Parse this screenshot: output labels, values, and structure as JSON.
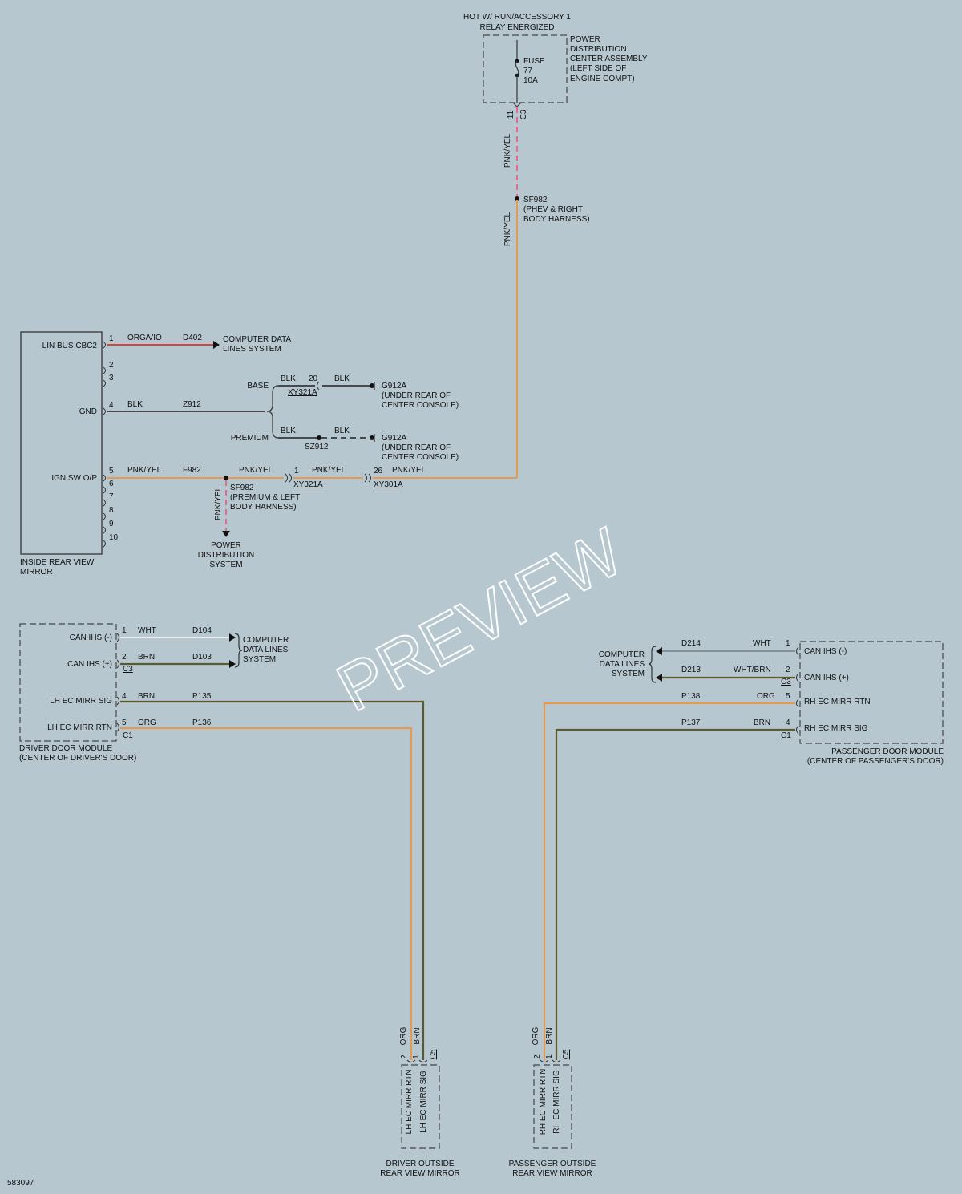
{
  "top": {
    "hot_line1": "HOT W/ RUN/ACCESSORY 1",
    "hot_line2": "RELAY ENERGIZED",
    "pdc_lines": [
      "POWER",
      "DISTRIBUTION",
      "CENTER ASSEMBLY",
      "(LEFT SIDE OF",
      "ENGINE COMPT)"
    ],
    "fuse_lines": [
      "FUSE",
      "77",
      "10A"
    ],
    "pin": "11",
    "conn": "C3",
    "wire1": "PNK/YEL",
    "splice_lines": [
      "SF982",
      "(PHEV & RIGHT",
      "BODY HARNESS)"
    ],
    "wire2": "PNK/YEL"
  },
  "mirror": {
    "label_lines": [
      "INSIDE REAR VIEW",
      "MIRROR"
    ],
    "pins": [
      {
        "name": "LIN BUS CBC2",
        "num": "1"
      },
      {
        "name": "",
        "num": "2"
      },
      {
        "name": "",
        "num": "3"
      },
      {
        "name": "GND",
        "num": "4"
      },
      {
        "name": "IGN SW O/P",
        "num": "5"
      },
      {
        "name": "",
        "num": "6"
      },
      {
        "name": "",
        "num": "7"
      },
      {
        "name": "",
        "num": "8"
      },
      {
        "name": "",
        "num": "9"
      },
      {
        "name": "",
        "num": "10"
      }
    ],
    "lin": {
      "color": "ORG/VIO",
      "circuit": "D402",
      "dest_lines": [
        "COMPUTER DATA",
        "LINES SYSTEM"
      ]
    },
    "gnd": {
      "color": "BLK",
      "circuit": "Z912"
    },
    "base": {
      "label": "BASE",
      "color_a": "BLK",
      "pin": "20",
      "color_b": "BLK",
      "conn": "XY321A",
      "ground": "G912A",
      "loc_lines": [
        "(UNDER REAR OF",
        "CENTER CONSOLE)"
      ]
    },
    "premium": {
      "label": "PREMIUM",
      "color_a": "BLK",
      "color_b": "BLK",
      "splice": "SZ912",
      "ground": "G912A",
      "loc_lines": [
        "(UNDER REAR OF",
        "CENTER CONSOLE)"
      ]
    },
    "ign": {
      "color": "PNK/YEL",
      "circuit": "F982",
      "color2": "PNK/YEL",
      "pin1": "1",
      "color3": "PNK/YEL",
      "conn1": "XY321A",
      "pin2": "26",
      "color4": "PNK/YEL",
      "conn2": "XY301A"
    },
    "splice_left": {
      "lines": [
        "SF982",
        "(PREMIUM & LEFT",
        "BODY HARNESS)"
      ],
      "wire": "PNK/YEL",
      "dest_lines": [
        "POWER",
        "DISTRIBUTION",
        "SYSTEM"
      ]
    }
  },
  "driver_module": {
    "label_lines": [
      "DRIVER DOOR MODULE",
      "(CENTER OF DRIVER'S DOOR)"
    ],
    "rows": [
      {
        "name": "CAN IHS (-)",
        "pin": "1",
        "color": "WHT",
        "circuit": "D104"
      },
      {
        "name": "CAN IHS (+)",
        "pin": "2",
        "color": "BRN",
        "circuit": "D103"
      },
      {
        "name": "LH EC MIRR SIG",
        "pin": "4",
        "color": "BRN",
        "circuit": "P135"
      },
      {
        "name": "LH EC MIRR RTN",
        "pin": "5",
        "color": "ORG",
        "circuit": "P136"
      }
    ],
    "conn_can": "C3",
    "conn_mirr": "C1",
    "dest_lines": [
      "COMPUTER",
      "DATA LINES",
      "SYSTEM"
    ]
  },
  "passenger_module": {
    "label_lines": [
      "PASSENGER DOOR MODULE",
      "(CENTER OF PASSENGER'S DOOR)"
    ],
    "rows": [
      {
        "name": "CAN IHS (-)",
        "pin": "1",
        "color": "WHT",
        "circuit": "D214"
      },
      {
        "name": "CAN IHS (+)",
        "pin": "2",
        "color": "WHT/BRN",
        "circuit": "D213"
      },
      {
        "name": "RH EC MIRR RTN",
        "pin": "5",
        "color": "ORG",
        "circuit": "P138"
      },
      {
        "name": "RH EC MIRR SIG",
        "pin": "4",
        "color": "BRN",
        "circuit": "P137"
      }
    ],
    "conn_can": "C3",
    "conn_mirr": "C1",
    "dest_lines": [
      "COMPUTER",
      "DATA LINES",
      "SYSTEM"
    ]
  },
  "driver_mirror": {
    "label_lines": [
      "DRIVER OUTSIDE",
      "REAR VIEW MIRROR"
    ],
    "pins": [
      "2",
      "1"
    ],
    "colors": [
      "ORG",
      "BRN"
    ],
    "conn": "C5",
    "names": [
      "LH EC MIRR RTN",
      "LH EC MIRR SIG"
    ]
  },
  "passenger_mirror": {
    "label_lines": [
      "PASSENGER OUTSIDE",
      "REAR VIEW MIRROR"
    ],
    "pins": [
      "2",
      "1"
    ],
    "colors": [
      "ORG",
      "BRN"
    ],
    "conn": "C5",
    "names": [
      "RH EC MIRR RTN",
      "RH EC MIRR SIG"
    ]
  },
  "diagram_id": "583097",
  "watermark": "PREVIEW"
}
